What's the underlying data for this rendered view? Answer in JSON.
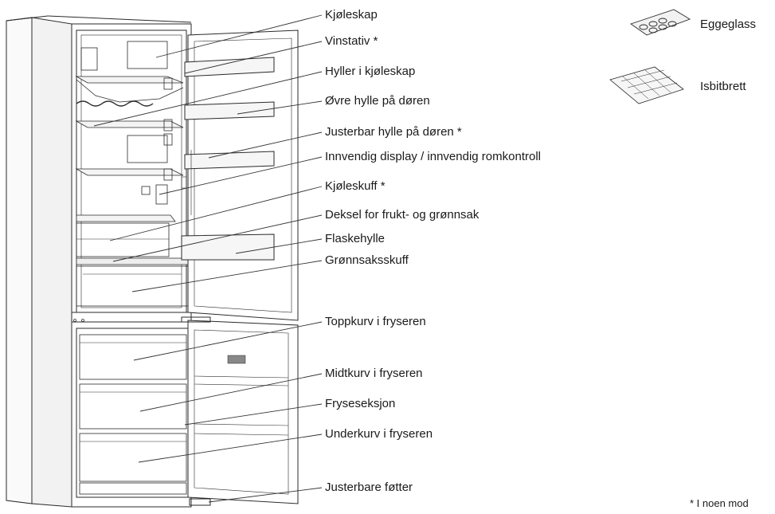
{
  "labels": [
    {
      "id": "kjoleskap",
      "text": "Kjøleskap"
    },
    {
      "id": "vinstativ",
      "text": "Vinstativ *"
    },
    {
      "id": "hyller",
      "text": "Hyller i kjøleskap"
    },
    {
      "id": "ovre-hylle",
      "text": "Øvre hylle på døren"
    },
    {
      "id": "justerbar-hylle",
      "text": "Justerbar hylle på døren *"
    },
    {
      "id": "display",
      "text": "Innvendig display / innvendig romkontroll"
    },
    {
      "id": "kjoleskuff",
      "text": "Kjøleskuff *"
    },
    {
      "id": "deksel",
      "text": "Deksel for frukt- og grønnsak"
    },
    {
      "id": "flaskehylle",
      "text": "Flaskehylle"
    },
    {
      "id": "gronnsaksskuff",
      "text": "Grønnsaksskuff"
    },
    {
      "id": "toppkurv",
      "text": "Toppkurv i fryseren"
    },
    {
      "id": "midtkurv",
      "text": "Midtkurv i fryseren"
    },
    {
      "id": "fryseseksjon",
      "text": "Fryseseksjon"
    },
    {
      "id": "underkurv",
      "text": "Underkurv i fryseren"
    },
    {
      "id": "fotter",
      "text": "Justerbare føtter"
    }
  ],
  "accessories": [
    {
      "id": "eggeglass",
      "text": "Eggeglass",
      "icon": "egg-tray-icon"
    },
    {
      "id": "isbitbrett",
      "text": "Isbitbrett",
      "icon": "ice-cube-tray-icon"
    }
  ],
  "footnote": "* I noen mod",
  "colors": {
    "line": "#2a2a2a",
    "text": "#1a1a1a"
  }
}
